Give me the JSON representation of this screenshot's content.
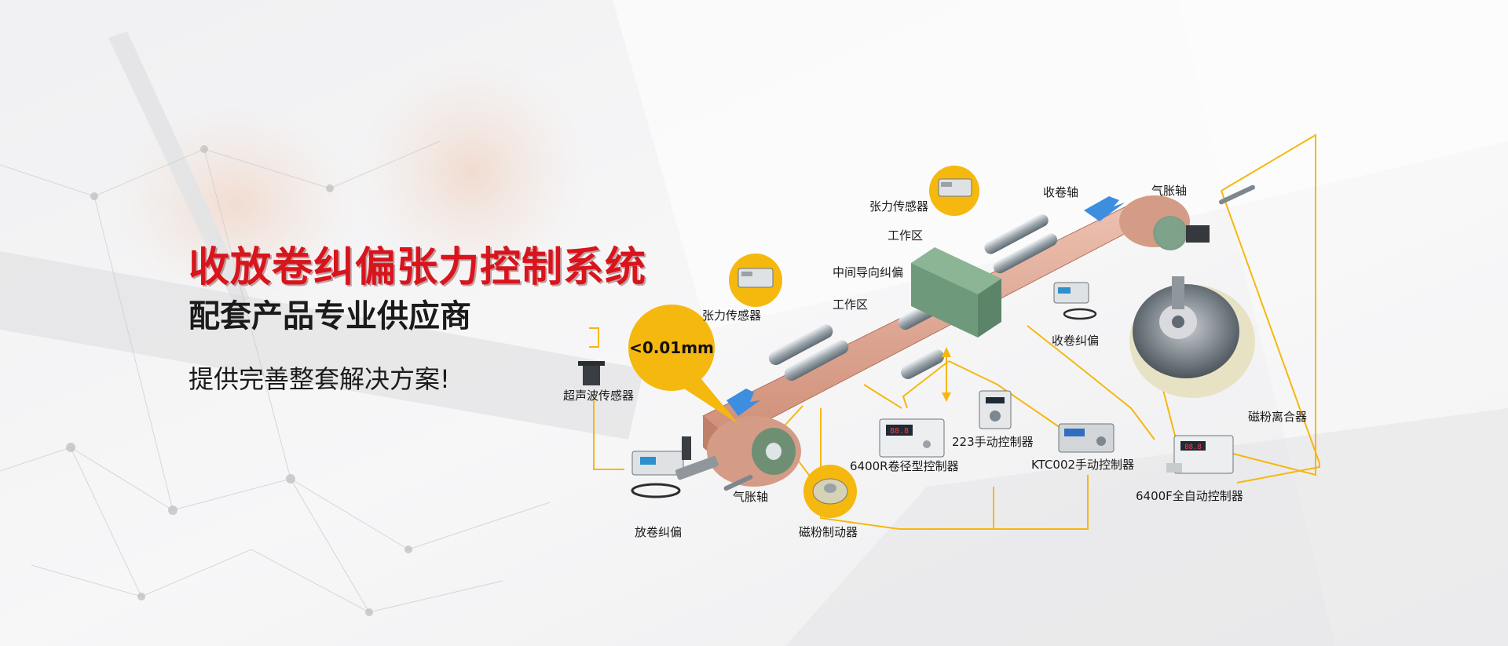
{
  "hero": {
    "title": "收放卷纠偏张力控制系统",
    "subtitle": "配套产品专业供应商",
    "tagline": "提供完善整套解决方案!"
  },
  "diagram": {
    "precision": "<0.01mm",
    "labels": {
      "tension_sensor_top": "张力传感器",
      "rewind_shaft": "收卷轴",
      "air_shaft_top": "气胀轴",
      "work_zone_top": "工作区",
      "middle_guide": "中间导向纠偏",
      "work_zone_mid": "工作区",
      "tension_sensor_left": "张力传感器",
      "rewind_correction": "收卷纠偏",
      "ultrasonic_sensor": "超声波传感器",
      "magnetic_clutch": "磁粉离合器",
      "manual_223": "223手动控制器",
      "ktc002": "KTC002手动控制器",
      "controller_6400r": "6400R卷径型控制器",
      "controller_6400f": "6400F全自动控制器",
      "air_shaft_bottom": "气胀轴",
      "unwind_correction": "放卷纠偏",
      "magnetic_brake": "磁粉制动器"
    }
  },
  "colors": {
    "title_red": "#d8141c",
    "accent_yellow": "#f5b80f",
    "web_copper": "#e0a793",
    "text_dark": "#1b1b1b"
  }
}
